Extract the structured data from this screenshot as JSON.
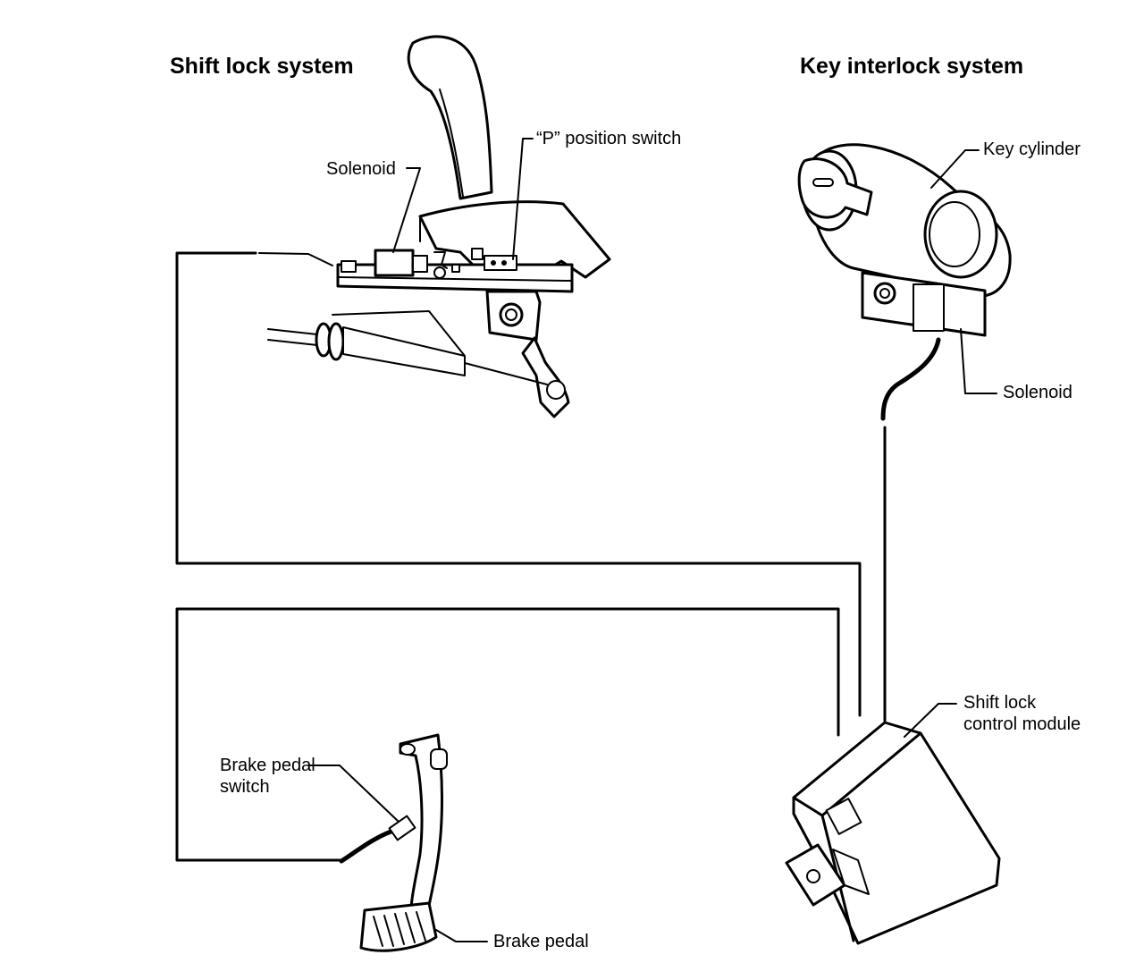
{
  "titles": {
    "shift_lock": "Shift lock system",
    "key_interlock": "Key interlock system"
  },
  "labels": {
    "p_position_switch": "“P” position switch",
    "solenoid_shift": "Solenoid",
    "key_cylinder": "Key cylinder",
    "solenoid_key": "Solenoid",
    "control_module_line1": "Shift lock",
    "control_module_line2": "control module",
    "brake_switch_line1": "Brake pedal",
    "brake_switch_line2": "switch",
    "brake_pedal": "Brake pedal"
  },
  "colors": {
    "ink": "#000000",
    "paper": "#ffffff"
  }
}
